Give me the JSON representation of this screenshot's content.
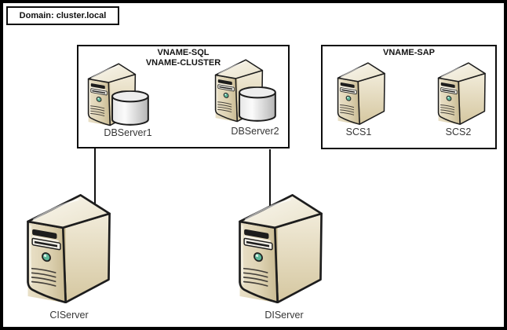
{
  "diagram": {
    "domain_label": "Domain: cluster.local",
    "sql_group": {
      "title_line1": "VNAME-SQL",
      "title_line2": "VNAME-CLUSTER",
      "servers": [
        {
          "label": "DBServer1",
          "icon": "database-server-icon"
        },
        {
          "label": "DBServer2",
          "icon": "database-server-icon"
        }
      ]
    },
    "sap_group": {
      "title": "VNAME-SAP",
      "servers": [
        {
          "label": "SCS1",
          "icon": "tower-server-icon"
        },
        {
          "label": "SCS2",
          "icon": "tower-server-icon"
        }
      ]
    },
    "standalone_servers": [
      {
        "label": "CIServer",
        "icon": "tower-server-icon"
      },
      {
        "label": "DIServer",
        "icon": "tower-server-icon"
      }
    ],
    "connections": [
      {
        "from": "VNAME-SQL group box",
        "to": "CIServer",
        "style": "vertical-line"
      },
      {
        "from": "VNAME-SQL group box",
        "to": "DIServer",
        "style": "vertical-line"
      }
    ],
    "colors": {
      "canvas_border": "#000000",
      "box_border": "#0d0d0d",
      "connector": "#111111",
      "server_front_light": "#e9e0c7",
      "server_front_dark": "#c9ba92",
      "server_side_light": "#f1ebd9",
      "server_side_dark": "#d5c7a0",
      "server_top": "#f7f3e6",
      "led_green": "#5cb89b",
      "cylinder_light": "#fbfbfb",
      "cylinder_dark": "#bdbdbd",
      "label_text": "#363636"
    }
  }
}
